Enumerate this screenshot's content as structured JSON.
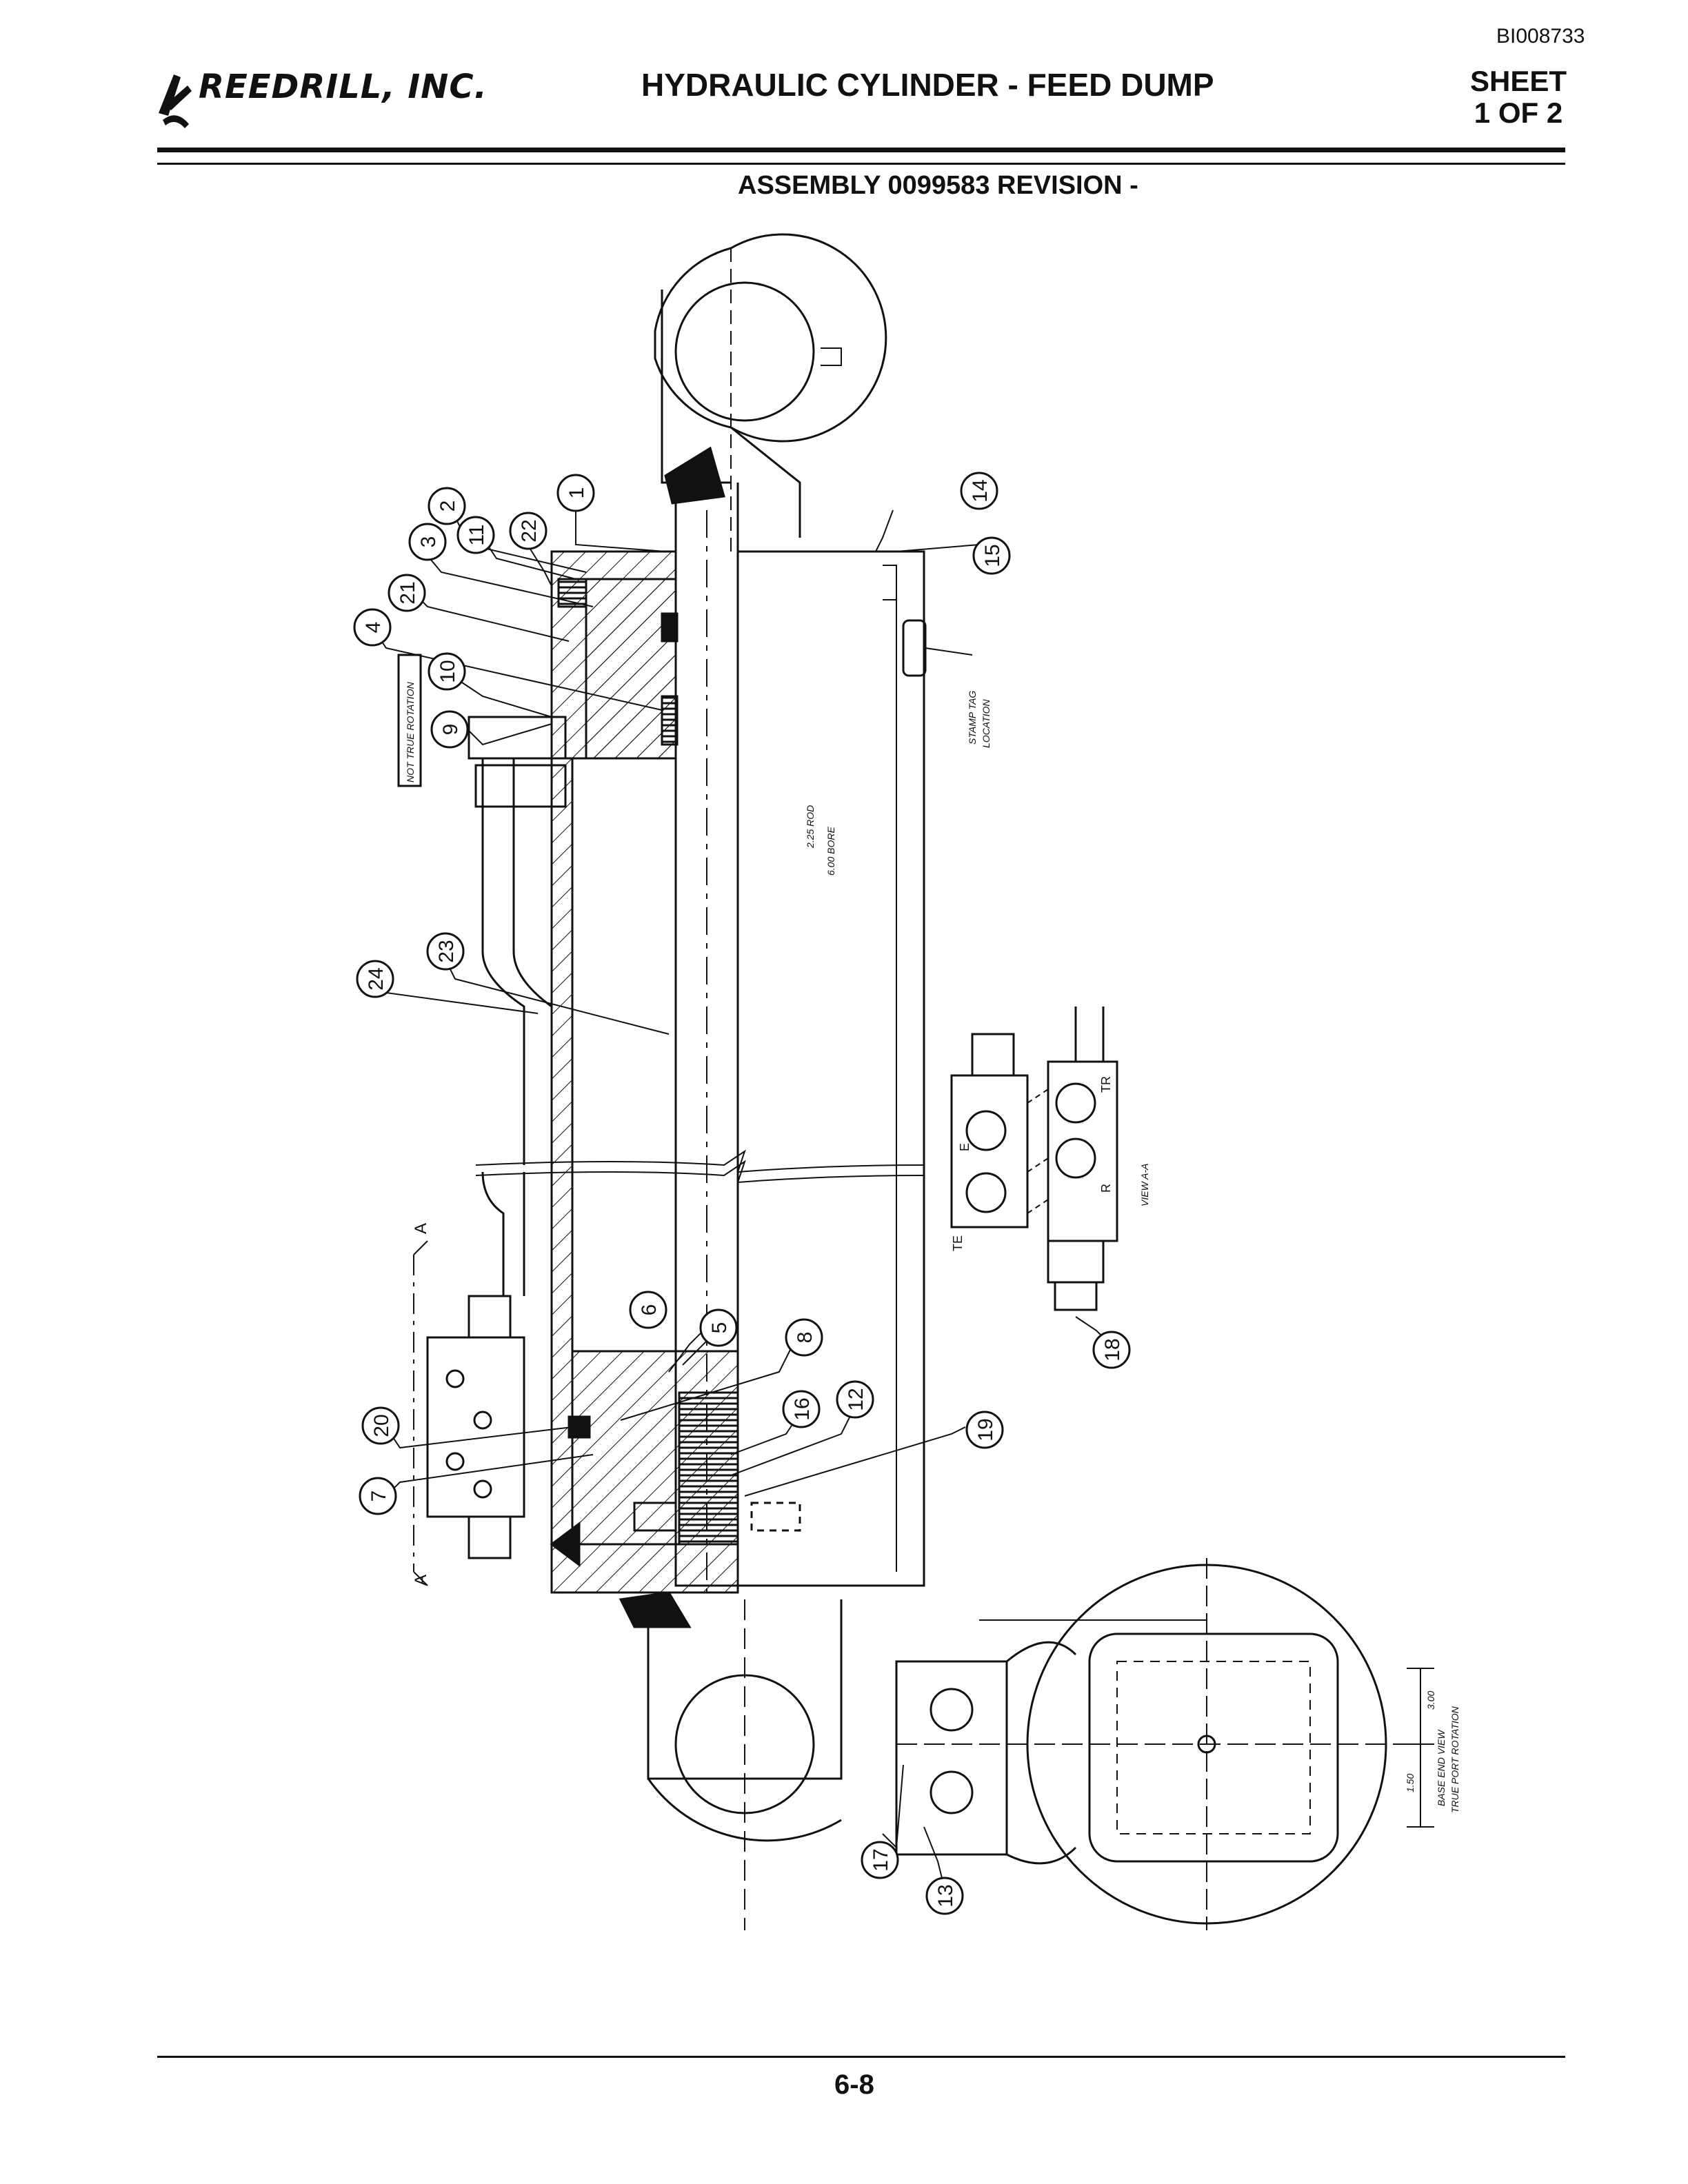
{
  "header": {
    "doc_id": "BI008733",
    "company": "REEDRILL, INC.",
    "title": "HYDRAULIC CYLINDER - FEED DUMP",
    "sheet_line1": "SHEET",
    "sheet_line2": "1 OF 2",
    "subtitle": "ASSEMBLY 0099583 REVISION -"
  },
  "footer": {
    "page_number": "6-8"
  },
  "drawing": {
    "balloons": [
      "1",
      "2",
      "3",
      "4",
      "5",
      "6",
      "7",
      "8",
      "9",
      "10",
      "11",
      "12",
      "13",
      "14",
      "15",
      "16",
      "17",
      "18",
      "19",
      "20",
      "21",
      "22",
      "23",
      "24"
    ],
    "notes": {
      "not_true_rotation": "NOT TRUE ROTATION",
      "rod": "2.25 ROD",
      "bore": "6.00 BORE",
      "stamp_tag_1": "STAMP TAG",
      "stamp_tag_2": "LOCATION",
      "view_aa": "VIEW A-A",
      "base_end_1": "BASE END VIEW",
      "base_end_2": "TRUE PORT ROTATION",
      "dim_300": "3.00",
      "dim_150": "1.50",
      "section_a": "A",
      "port_e": "E",
      "port_r": "R",
      "port_te": "TE",
      "port_tr": "TR"
    }
  },
  "colors": {
    "ink": "#111111",
    "paper": "#ffffff"
  }
}
